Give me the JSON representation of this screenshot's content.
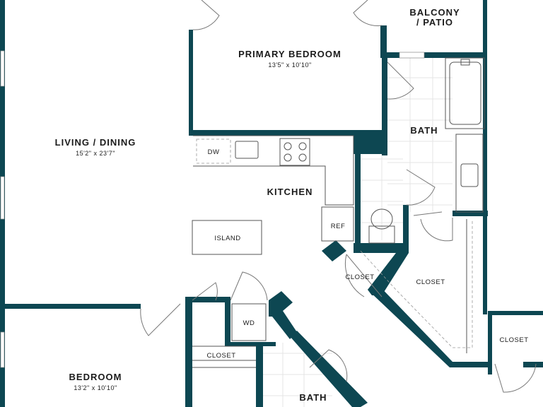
{
  "rooms": {
    "balcony": {
      "name_line1": "BALCONY",
      "name_line2": "/ PATIO"
    },
    "primary_bedroom": {
      "name": "PRIMARY BEDROOM",
      "dims": "13'5\" x 10'10\""
    },
    "living_dining": {
      "name": "LIVING / DINING",
      "dims": "15'2\" x 23'7\""
    },
    "kitchen": {
      "name": "KITCHEN"
    },
    "primary_bath": {
      "name": "BATH"
    },
    "bedroom": {
      "name": "BEDROOM",
      "dims": "13'2\" x 10'10\""
    },
    "bath2": {
      "name": "BATH"
    },
    "closet_small": {
      "name": "CLOSET"
    },
    "closet_walkin": {
      "name": "CLOSET"
    },
    "closet_right": {
      "name": "CLOSET"
    },
    "closet_hall": {
      "name": "CLOSET"
    }
  },
  "fixtures": {
    "dishwasher": "DW",
    "refrigerator": "REF",
    "island": "ISLAND",
    "washer_dryer": "WD"
  },
  "colors": {
    "wall": "#0d4752",
    "background": "#ffffff",
    "text": "#1b1b1b"
  }
}
